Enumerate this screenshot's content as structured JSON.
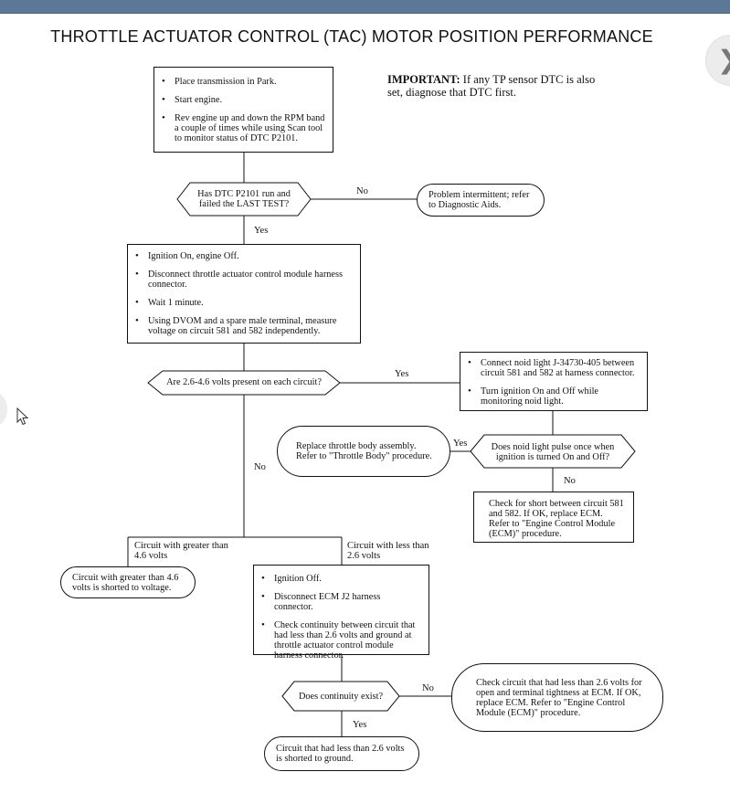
{
  "title": "THROTTLE ACTUATOR CONTROL (TAC) MOTOR POSITION PERFORMANCE",
  "important": {
    "label": "IMPORTANT:",
    "text": " If any TP sensor DTC is also set, diagnose that DTC first."
  },
  "step1": [
    "Place transmission in Park.",
    "Start engine.",
    "Rev engine up and down the RPM band a couple of times while using Scan tool to monitor status of DTC P2101."
  ],
  "decision1": "Has DTC P2101 run and failed the LAST TEST?",
  "decision1_no_label": "No",
  "decision1_no_result": "Problem intermittent; refer to Diagnostic Aids.",
  "decision1_yes_label": "Yes",
  "step2": [
    "Ignition On, engine Off.",
    "Disconnect throttle actuator control module harness connector.",
    "Wait 1 minute.",
    "Using DVOM and a spare male terminal, measure voltage on circuit 581 and 582 independently."
  ],
  "decision2": "Are 2.6-4.6 volts present on each circuit?",
  "decision2_yes_label": "Yes",
  "decision2_no_label": "No",
  "step3": [
    "Connect noid light J-34730-405 between circuit 581 and 582 at harness connector.",
    "Turn ignition On and Off while monitoring noid light."
  ],
  "decision3": "Does noid light pulse once when ignition is turned On and Off?",
  "decision3_yes_label": "Yes",
  "decision3_yes_result": "Replace throttle body assembly. Refer to \"Throttle Body\" procedure.",
  "decision3_no_label": "No",
  "decision3_no_result": "Check for short between circuit 581 and 582. If OK, replace ECM. Refer to \"Engine Control Module (ECM)\" procedure.",
  "branch_greater_label": "Circuit with greater than 4.6 volts",
  "branch_greater_result": "Circuit with greater than 4.6 volts is shorted to voltage.",
  "branch_less_label": "Circuit with less than 2.6 volts",
  "step4": [
    "Ignition Off.",
    "Disconnect ECM J2 harness connector.",
    "Check continuity between circuit that had less than 2.6 volts and ground at throttle actuator control module harness connector."
  ],
  "decision4": "Does continuity exist?",
  "decision4_no_label": "No",
  "decision4_no_result": "Check circuit that had less than 2.6 volts for open and terminal tightness at ECM. If OK, replace ECM. Refer to \"Engine Control Module (ECM)\" procedure.",
  "decision4_yes_label": "Yes",
  "decision4_yes_result": "Circuit that had less than 2.6 volts is shorted to ground.",
  "icons": {
    "next": "chevron-right-icon",
    "cursor": "mouse-pointer-icon"
  },
  "colors": {
    "topbar": "#5d7796",
    "nav_button": "#ececec"
  }
}
